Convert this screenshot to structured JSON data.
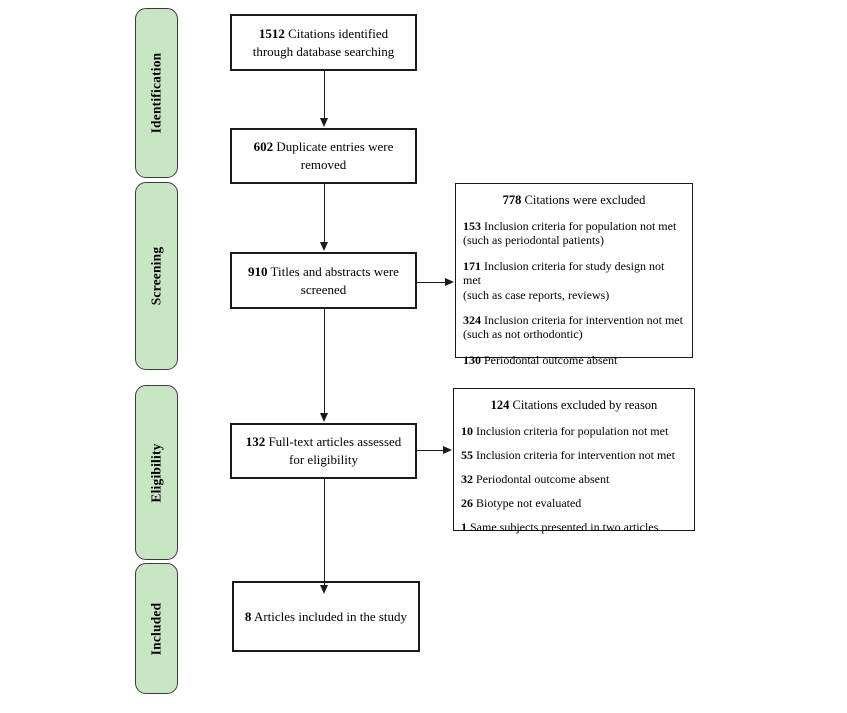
{
  "figure": {
    "type": "prisma-flow-diagram",
    "colors": {
      "stage_fill": "#c9e6c4",
      "stage_border": "#3c3c3c",
      "box_border": "#1a1a1a",
      "background": "#ffffff",
      "text": "#000000"
    }
  },
  "sidebar": {
    "stages": [
      {
        "label": "Identification"
      },
      {
        "label": "Screening"
      },
      {
        "label": "Eligibility"
      },
      {
        "label": "Included"
      }
    ]
  },
  "flow_boxes": [
    {
      "number": "1512",
      "text": "Citations identified through database searching"
    },
    {
      "number": "602",
      "text": "Duplicate entries were removed"
    },
    {
      "number": "910",
      "text": "Titles and abstracts were screened"
    },
    {
      "number": "132",
      "text": "Full-text articles assessed for eligibility"
    },
    {
      "number": "8",
      "text": "Articles included in the study"
    }
  ],
  "exclusion_boxes": [
    {
      "number": "778",
      "title": "Citations were excluded",
      "reasons": [
        {
          "number": "153",
          "text": "Inclusion criteria for population not met",
          "note": "(such as periodontal patients)"
        },
        {
          "number": "171",
          "text": "Inclusion criteria for study design not met",
          "note": "(such as case reports, reviews)"
        },
        {
          "number": "324",
          "text": "Inclusion criteria for intervention not met",
          "note": "(such as not orthodontic)"
        },
        {
          "number": "130",
          "text": "Periodontal outcome absent"
        }
      ]
    },
    {
      "number": "124",
      "title": "Citations excluded by reason",
      "reasons": [
        {
          "number": "10",
          "text": "Inclusion criteria for population not met"
        },
        {
          "number": "55",
          "text": "Inclusion criteria for intervention not met"
        },
        {
          "number": "32",
          "text": "Periodontal outcome absent"
        },
        {
          "number": "26",
          "text": "Biotype not evaluated"
        },
        {
          "number": "1",
          "text": "Same subjects presented in two articles"
        }
      ]
    }
  ]
}
